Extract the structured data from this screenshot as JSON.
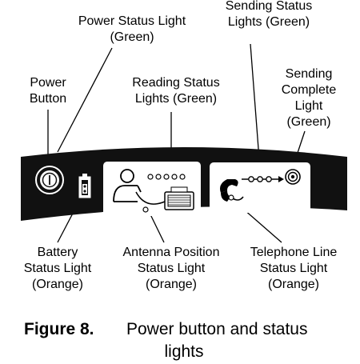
{
  "labels": {
    "power_status": {
      "line1": "Power Status Light",
      "line2": "(Green)"
    },
    "sending_status": {
      "line1": "Sending Status",
      "line2": "Lights (Green)"
    },
    "power_button": {
      "line1": "Power",
      "line2": "Button"
    },
    "reading_status": {
      "line1": "Reading Status",
      "line2": "Lights (Green)"
    },
    "sending_complete": {
      "line1": "Sending",
      "line2": "Complete",
      "line3": "Light",
      "line4": "(Green)"
    },
    "battery_status": {
      "line1": "Battery",
      "line2": "Status Light",
      "line3": "(Orange)"
    },
    "antenna_position": {
      "line1": "Antenna Position",
      "line2": "Status Light",
      "line3": "(Orange)"
    },
    "telephone_line": {
      "line1": "Telephone Line",
      "line2": "Status Light",
      "line3": "(Orange)"
    }
  },
  "caption": {
    "figure_number": "Figure 8.",
    "text_line1": "Power button and status",
    "text_line2": "lights"
  },
  "colors": {
    "panel": "#111111",
    "window": "#ffffff",
    "ink": "#000000"
  }
}
